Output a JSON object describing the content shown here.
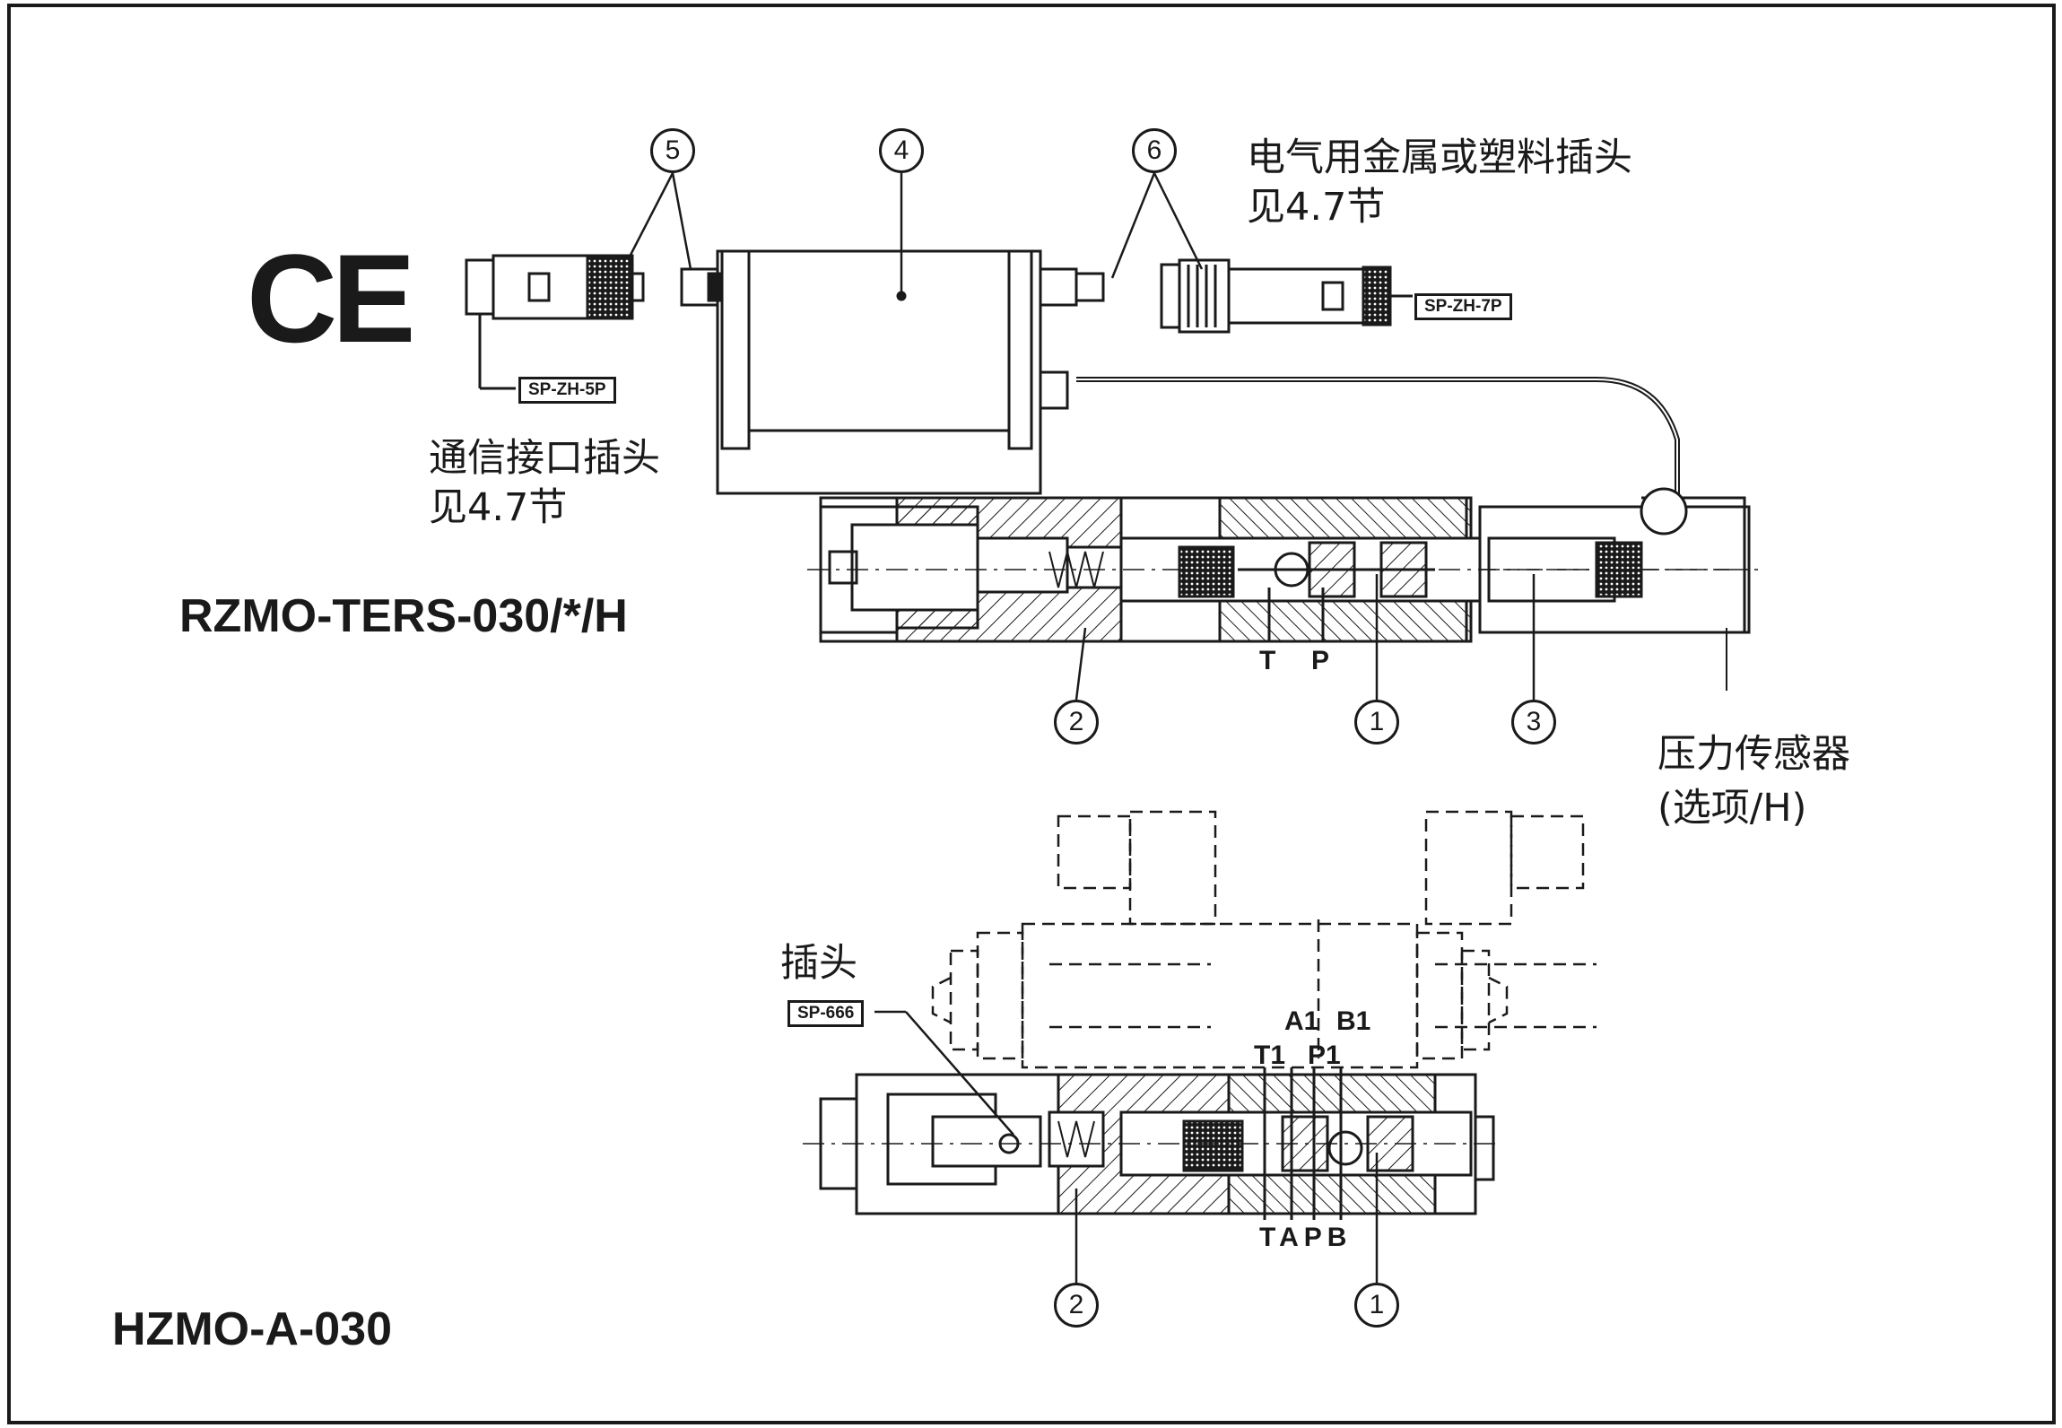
{
  "marks": {
    "ce": "CE"
  },
  "labels": {
    "plug_electrical_line1": "电气用金属或塑料插头",
    "plug_electrical_line2": "见4.7节",
    "comm_plug_line1": "通信接口插头",
    "comm_plug_line2": "见4.7节",
    "pressure_sensor_line1": "压力传感器",
    "pressure_sensor_line2": "(选项/H)",
    "plug": "插头"
  },
  "models": {
    "top": "RZMO-TERS-030/*/H",
    "bottom": "HZMO-A-030"
  },
  "tags": {
    "comm_connector": "SP-ZH-5P",
    "power_connector": "SP-ZH-7P",
    "plug_code": "SP-666"
  },
  "callouts": {
    "c1": "1",
    "c2": "2",
    "c3": "3",
    "c4": "4",
    "c5": "5",
    "c6": "6"
  },
  "ports": {
    "top_t": "T",
    "top_p": "P",
    "a1": "A1",
    "b1": "B1",
    "t1": "T1",
    "p1": "P1",
    "bottom_tapb": "TAPB"
  },
  "colors": {
    "line": "#1a1a1a",
    "background": "#ffffff"
  }
}
